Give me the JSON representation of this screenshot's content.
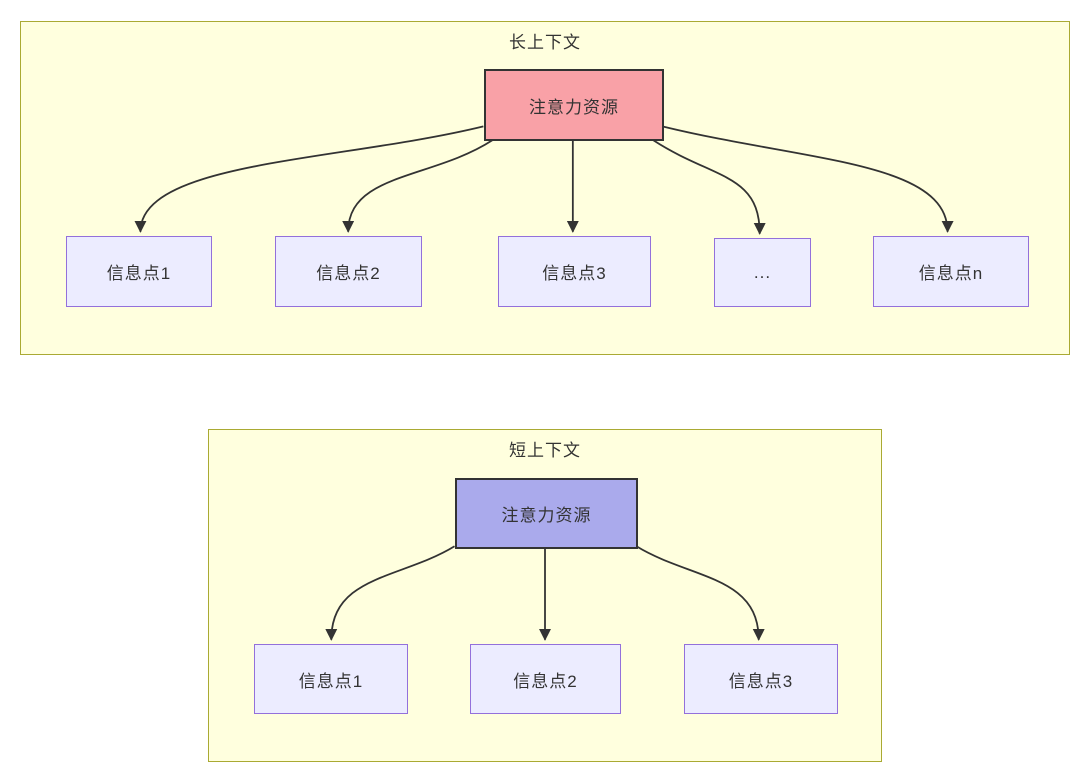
{
  "diagram": {
    "colors": {
      "cluster_fill": "#ffffde",
      "cluster_border": "#aaaa33",
      "target_fill": "#ececff",
      "target_border": "#9370db",
      "long_source_fill": "#f9a1a7",
      "short_source_fill": "#aaaaec",
      "edge_stroke": "#333333",
      "text": "#333333"
    },
    "sections": [
      {
        "title": "长上下文",
        "source": {
          "label": "注意力资源",
          "fill": "#f9a1a7"
        },
        "targets": [
          {
            "label": "信息点1"
          },
          {
            "label": "信息点2"
          },
          {
            "label": "信息点3"
          },
          {
            "label": "..."
          },
          {
            "label": "信息点n"
          }
        ]
      },
      {
        "title": "短上下文",
        "source": {
          "label": "注意力资源",
          "fill": "#aaaaec"
        },
        "targets": [
          {
            "label": "信息点1"
          },
          {
            "label": "信息点2"
          },
          {
            "label": "信息点3"
          }
        ]
      }
    ]
  }
}
